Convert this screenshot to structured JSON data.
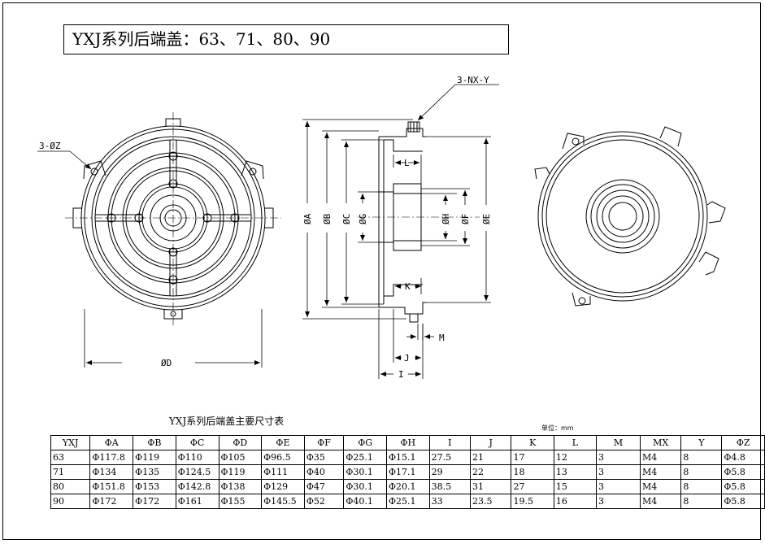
{
  "title": "YXJ系列后端盖：63、71、80、90",
  "callouts": {
    "holes": "3-ØZ",
    "threads": "3-NX-Y"
  },
  "dims": {
    "A": "ØA",
    "B": "ØB",
    "C": "ØC",
    "G": "ØG",
    "H": "ØH",
    "F": "ØF",
    "E": "ØE",
    "D": "ØD",
    "L": "L",
    "K": "K",
    "M": "M",
    "J": "J",
    "I": "I"
  },
  "table": {
    "title": "YXJ系列后端盖主要尺寸表",
    "unit": "单位：mm",
    "headers": [
      "YXJ",
      "ΦA",
      "ΦB",
      "ΦC",
      "ΦD",
      "ΦE",
      "ΦF",
      "ΦG",
      "ΦH",
      "I",
      "J",
      "K",
      "L",
      "M",
      "MX",
      "Y",
      "ΦZ"
    ],
    "rows": [
      [
        "63",
        "Φ117.8",
        "Φ119",
        "Φ110",
        "Φ105",
        "Φ96.5",
        "Φ35",
        "Φ25.1",
        "Φ15.1",
        "27.5",
        "21",
        "17",
        "12",
        "3",
        "M4",
        "8",
        "Φ4.8"
      ],
      [
        "71",
        "Φ134",
        "Φ135",
        "Φ124.5",
        "Φ119",
        "Φ111",
        "Φ40",
        "Φ30.1",
        "Φ17.1",
        "29",
        "22",
        "18",
        "13",
        "3",
        "M4",
        "8",
        "Φ5.8"
      ],
      [
        "80",
        "Φ151.8",
        "Φ153",
        "Φ142.8",
        "Φ138",
        "Φ129",
        "Φ47",
        "Φ30.1",
        "Φ20.1",
        "38.5",
        "31",
        "27",
        "15",
        "3",
        "M4",
        "8",
        "Φ5.8"
      ],
      [
        "90",
        "Φ172",
        "Φ172",
        "Φ161",
        "Φ155",
        "Φ145.5",
        "Φ52",
        "Φ40.1",
        "Φ25.1",
        "33",
        "23.5",
        "19.5",
        "16",
        "3",
        "M4",
        "8",
        "Φ5.8"
      ]
    ]
  }
}
